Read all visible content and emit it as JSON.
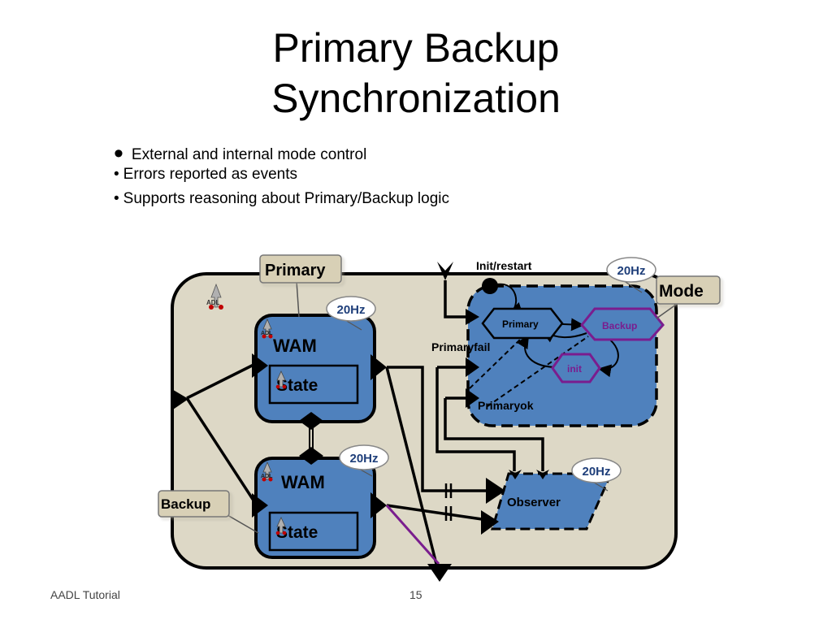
{
  "title": {
    "line1": "Primary Backup",
    "line2": "Synchronization"
  },
  "bullets": [
    "External and internal mode control",
    "Errors reported as events",
    "Supports reasoning about Primary/Backup logic"
  ],
  "bullet_glyph": "•",
  "diagram": {
    "callouts": {
      "primary": "Primary",
      "backup": "Backup",
      "mode": "Mode"
    },
    "rate_badges": [
      "20Hz",
      "20Hz",
      "20Hz",
      "20Hz"
    ],
    "wam_top": {
      "label": "WAM",
      "state": "State"
    },
    "wam_bottom": {
      "label": "WAM",
      "state": "State"
    },
    "mode_machine": {
      "init_restart": "Init/restart",
      "primary_mode": "Primary",
      "backup_mode": "Backup",
      "init_mode": "init",
      "primaryfail": "Primaryfail",
      "primaryok": "Primaryok"
    },
    "observer": "Observer",
    "logo_text": "ADL",
    "colors": {
      "system_fill": "#ddd8c6",
      "component_fill": "#4f81bd",
      "callout_fill": "#d8d0b6",
      "mode_purple": "#7a1d8e",
      "badge_text": "#1f3f7a"
    }
  },
  "footer": {
    "left": "AADL Tutorial",
    "page": "15"
  }
}
